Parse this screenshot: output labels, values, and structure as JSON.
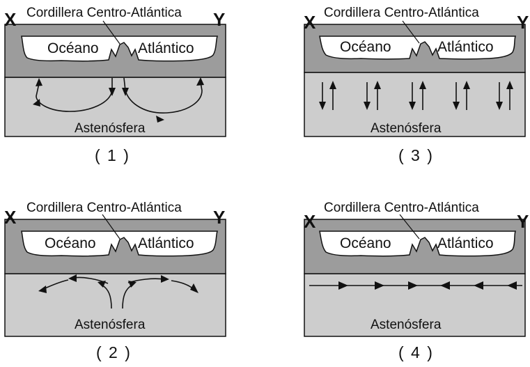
{
  "panels": [
    {
      "id": "1",
      "label_x": "X",
      "label_y": "Y",
      "ridge_label": "Cordillera Centro-Atlántica",
      "ocean_left": "Océano",
      "ocean_right": "Atlántico",
      "asthenosphere_label": "Astenósfera",
      "number_label": "( 1 )",
      "arrow_pattern": "two-convection-cells-sinking-at-ridge"
    },
    {
      "id": "2",
      "label_x": "X",
      "label_y": "Y",
      "ridge_label": "Cordillera Centro-Atlántica",
      "ocean_left": "Océano",
      "ocean_right": "Atlántico",
      "asthenosphere_label": "Astenósfera",
      "number_label": "( 2 )",
      "arrow_pattern": "rising-at-ridge-diverging-outward"
    },
    {
      "id": "3",
      "label_x": "X",
      "label_y": "Y",
      "ridge_label": "Cordillera Centro-Atlántica",
      "ocean_left": "Océano",
      "ocean_right": "Atlántico",
      "asthenosphere_label": "Astenósfera",
      "number_label": "( 3 )",
      "arrow_pattern": "vertical-up-down-pairs"
    },
    {
      "id": "4",
      "label_x": "X",
      "label_y": "Y",
      "ridge_label": "Cordillera Centro-Atlántica",
      "ocean_left": "Océano",
      "ocean_right": "Atlántico",
      "asthenosphere_label": "Astenósfera",
      "number_label": "( 4 )",
      "arrow_pattern": "horizontal-converging-toward-center"
    }
  ],
  "colors": {
    "crust": "#9c9c9c",
    "asthenosphere": "#cdcdcd",
    "ocean": "#ffffff",
    "outline": "#111111"
  }
}
